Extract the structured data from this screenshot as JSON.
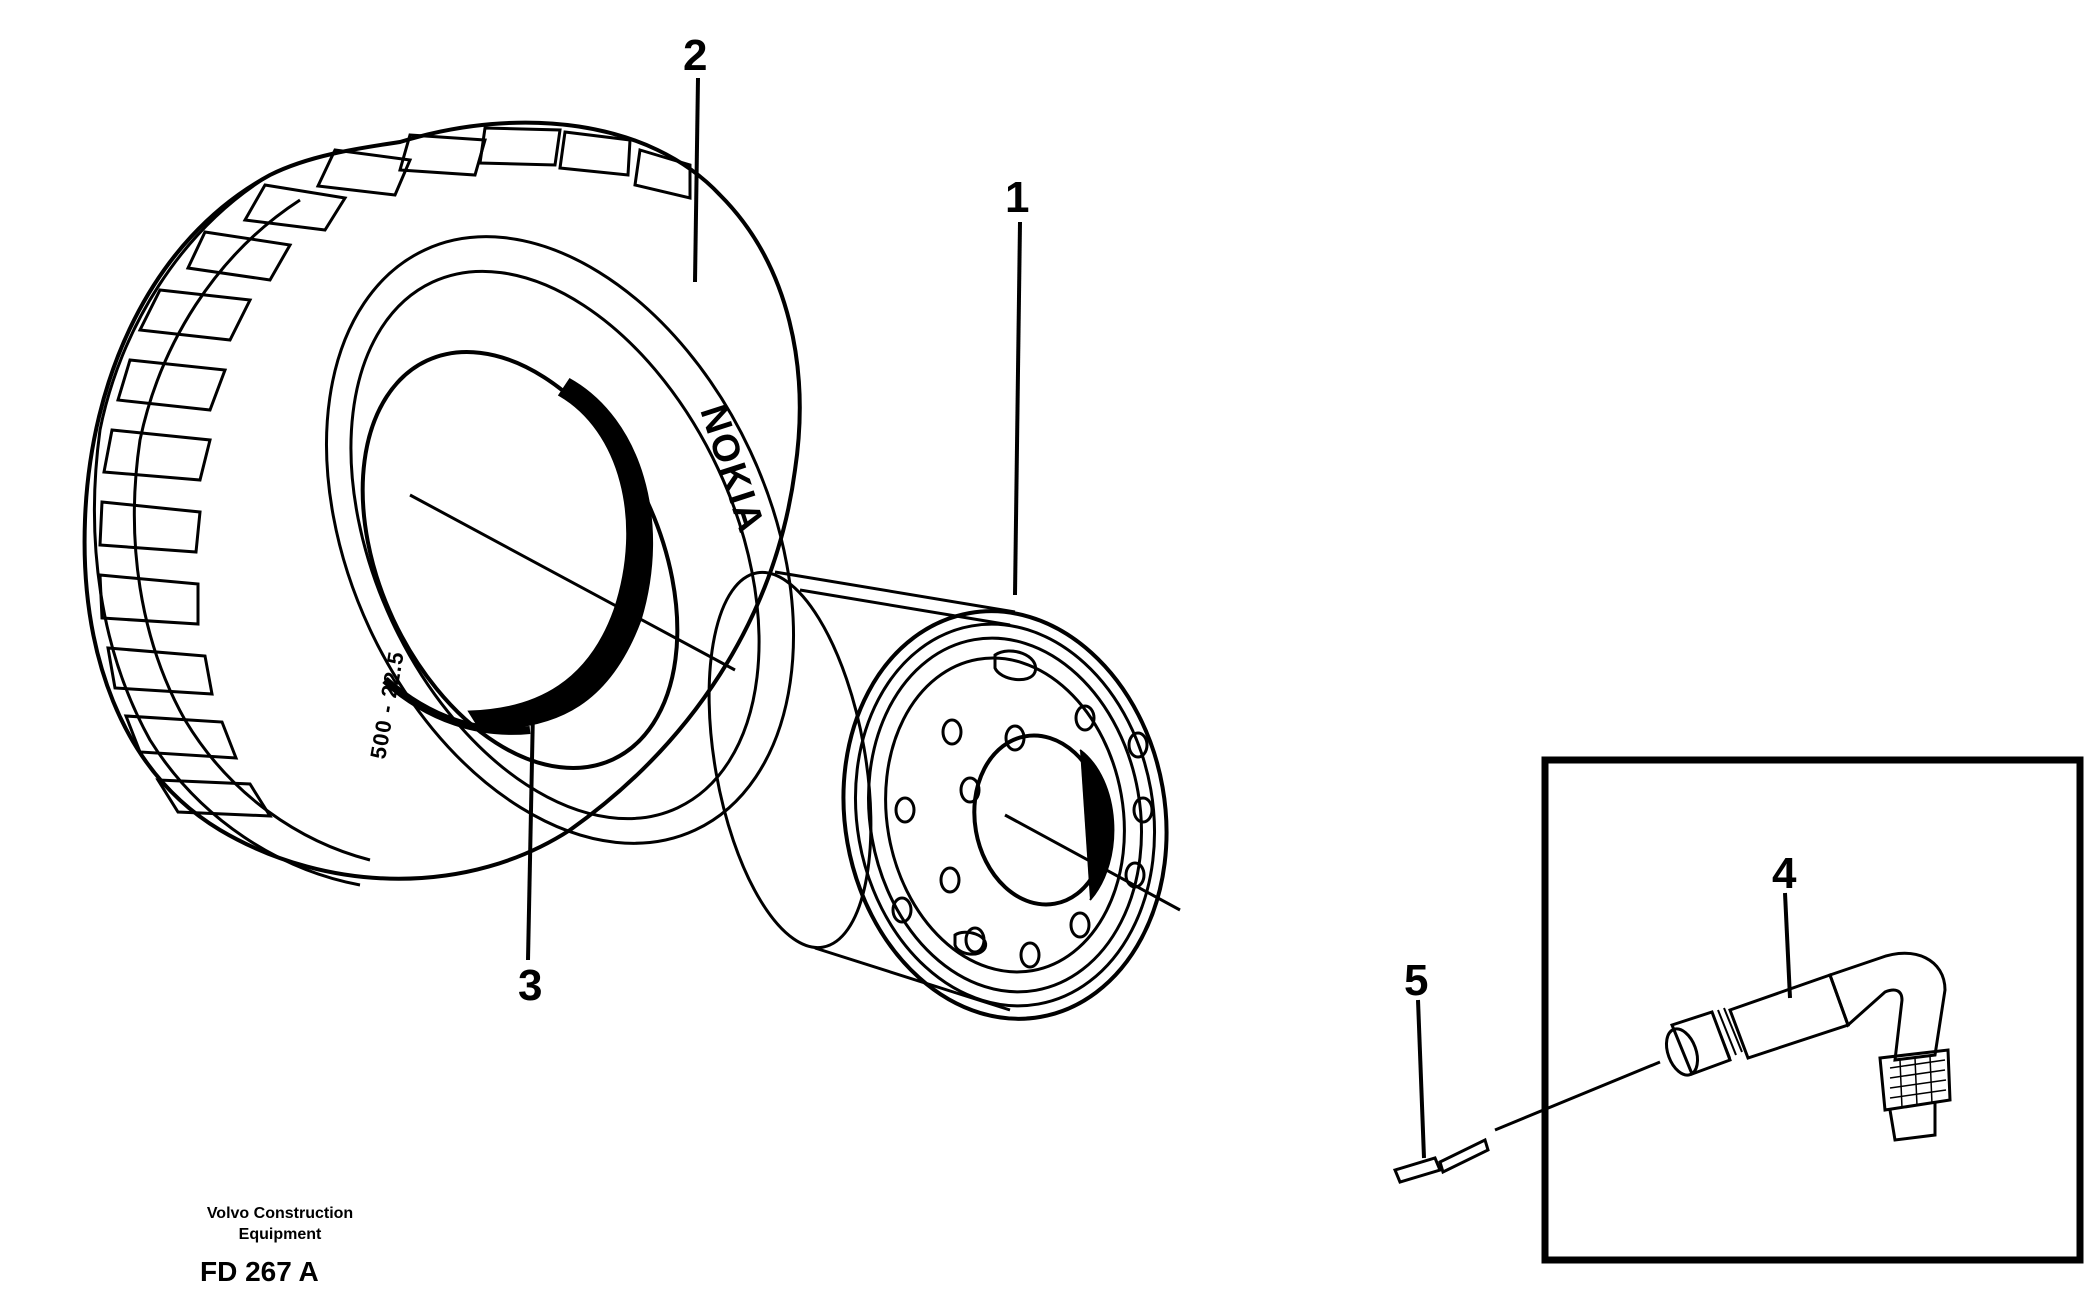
{
  "callouts": {
    "c1": "1",
    "c2": "2",
    "c3": "3",
    "c4": "4",
    "c5": "5"
  },
  "tire": {
    "brand": "NOKIA",
    "size": "500 - 22.5"
  },
  "footer": {
    "company_line1": "Volvo Construction",
    "company_line2": "Equipment",
    "drawing_code": "FD 267 A"
  }
}
